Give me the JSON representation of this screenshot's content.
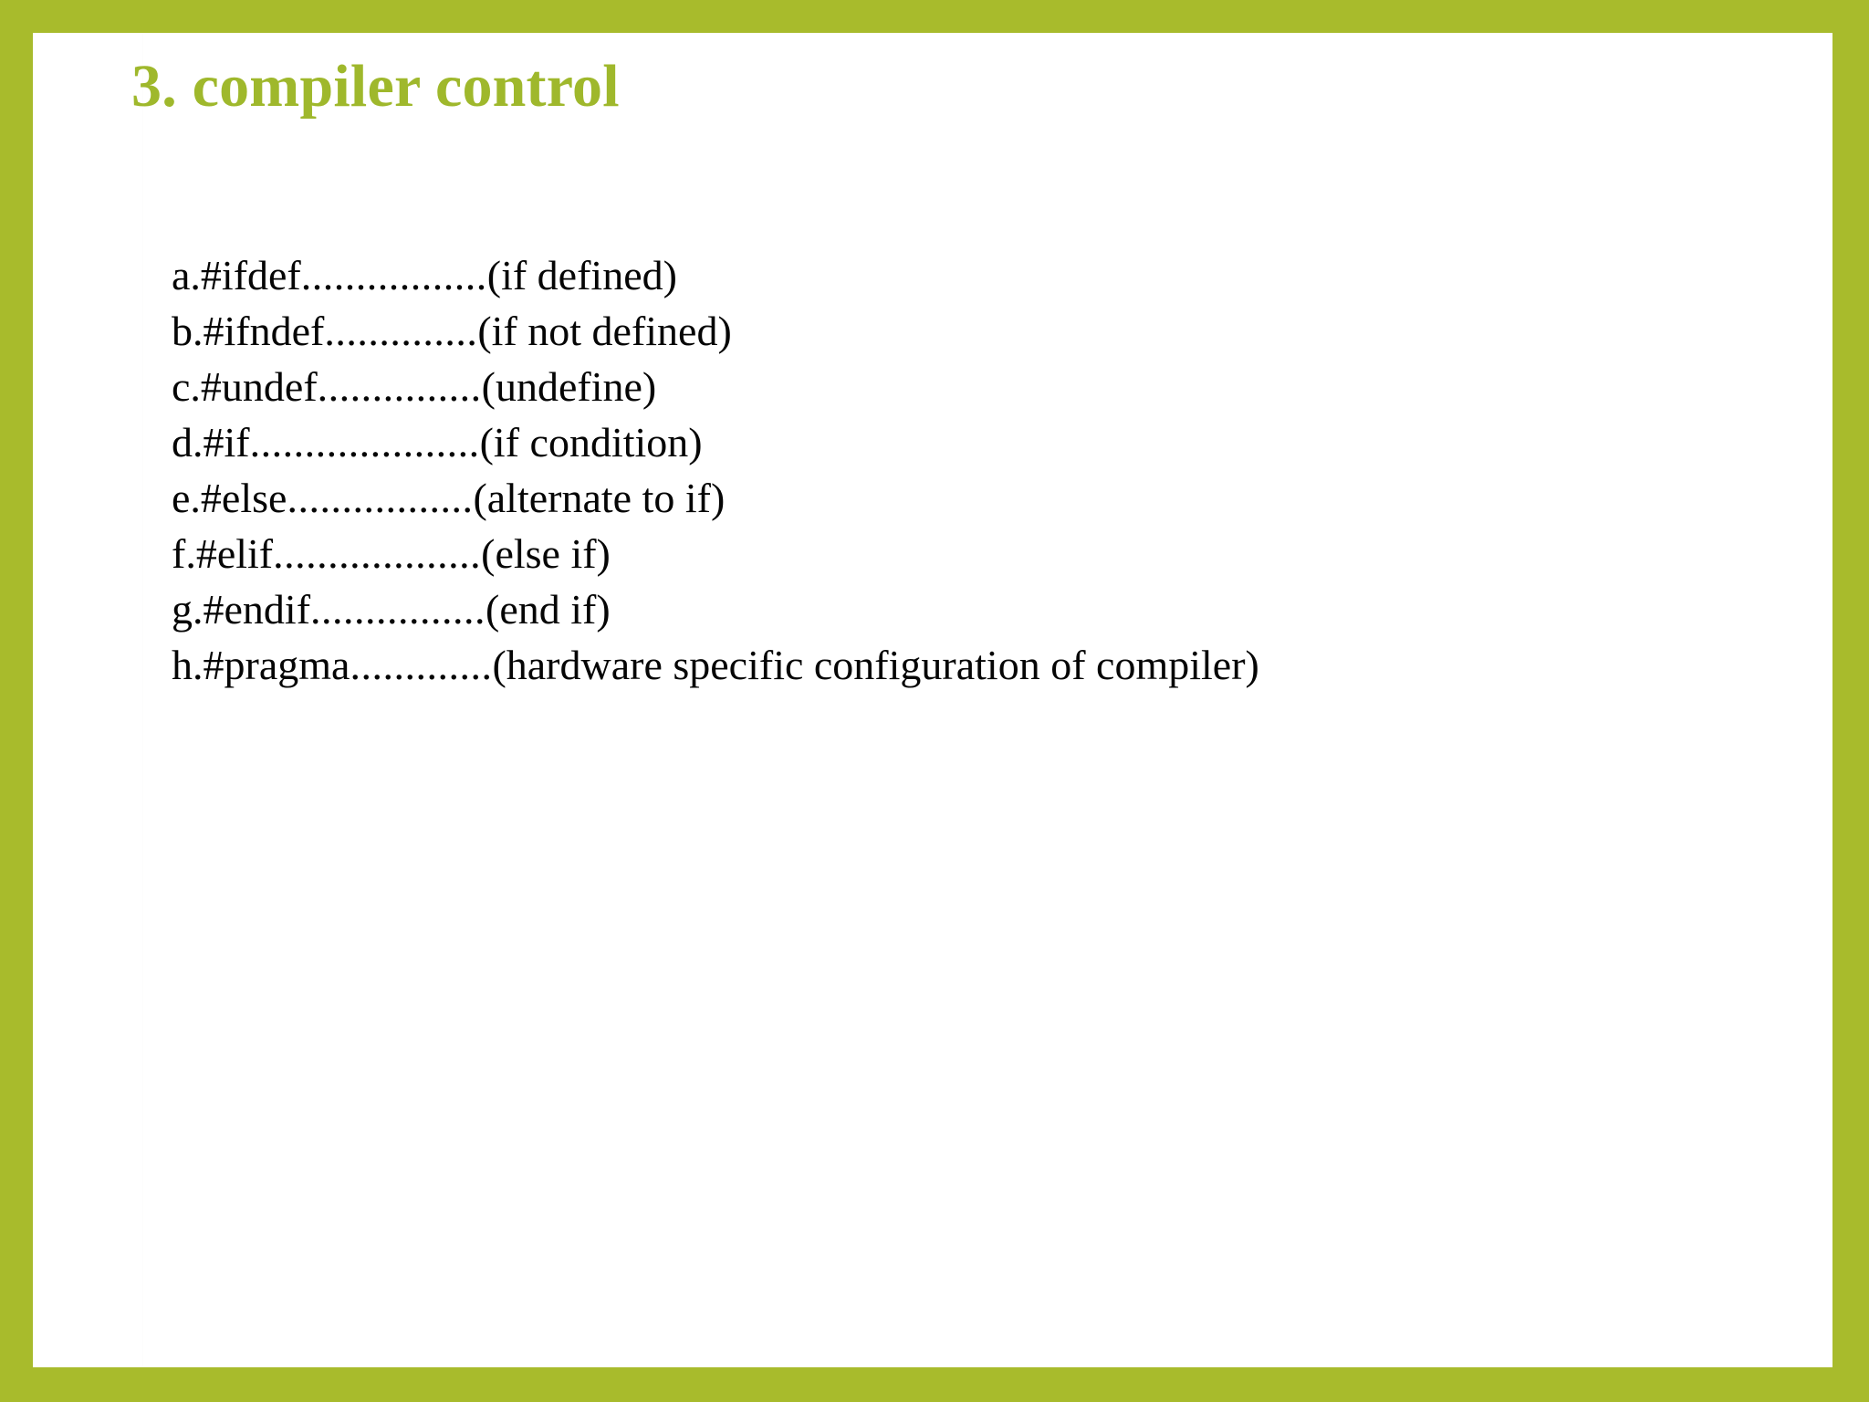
{
  "slide": {
    "title": "3. compiler control",
    "accent_color": "#a8bb2c",
    "title_color": "#9fb82c",
    "background_color": "#ffffff",
    "text_color": "#050505"
  },
  "list": {
    "items": [
      {
        "key": "a.#ifdef",
        "leader": ".................",
        "desc": "(if defined)"
      },
      {
        "key": "b.#ifndef",
        "leader": "..............",
        "desc": "(if not defined)"
      },
      {
        "key": "c.#undef",
        "leader": "...............",
        "desc": "(undefine)"
      },
      {
        "key": "d.#if",
        "leader": ".....................",
        "desc": "(if condition)"
      },
      {
        "key": "e.#else",
        "leader": ".................",
        "desc": "(alternate to if)"
      },
      {
        "key": "f.#elif",
        "leader": "...................",
        "desc": "(else if)"
      },
      {
        "key": "g.#endif",
        "leader": "................",
        "desc": "(end if)"
      },
      {
        "key": "h.#pragma",
        "leader": ".............",
        "desc": "(hardware specific configuration of compiler)"
      }
    ]
  }
}
